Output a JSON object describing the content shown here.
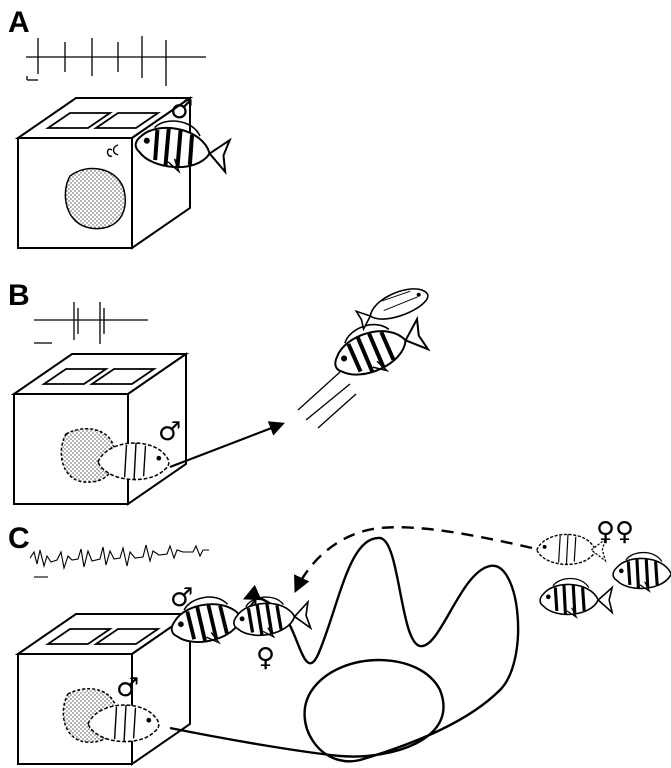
{
  "panels": [
    {
      "label": "A",
      "symbols": [
        "♂"
      ]
    },
    {
      "label": "B",
      "symbols": [
        "♂"
      ]
    },
    {
      "label": "C",
      "symbols": [
        "♂",
        "♂",
        "♀",
        "♀♀"
      ]
    }
  ],
  "colors": {
    "ink": "#000000",
    "background": "#ffffff"
  }
}
